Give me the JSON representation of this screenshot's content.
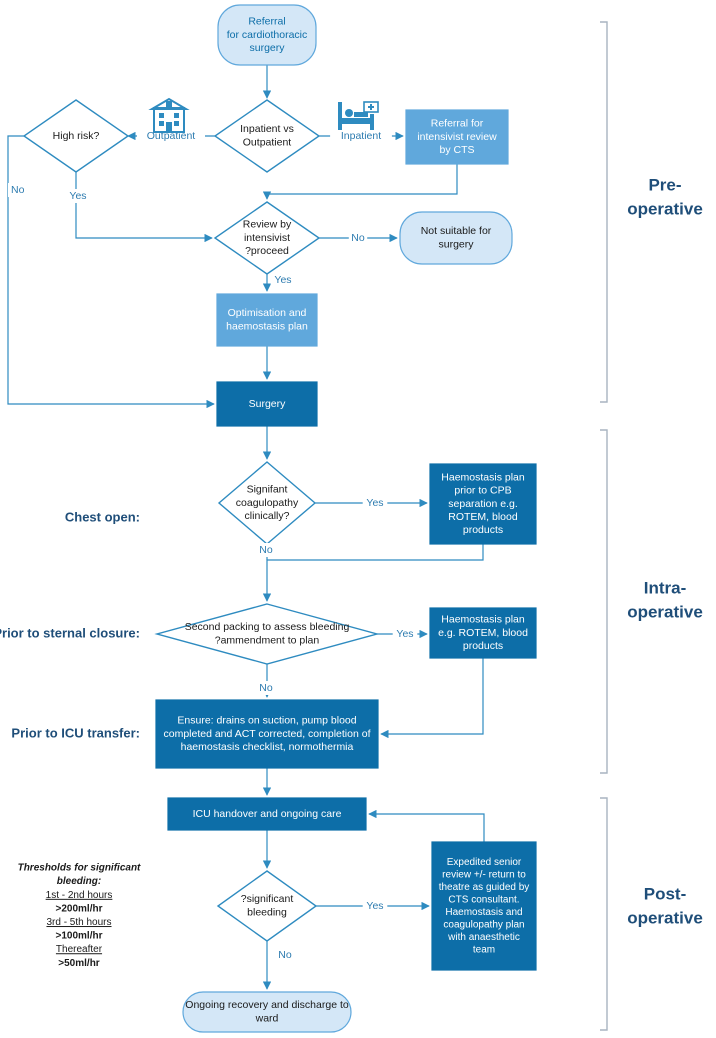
{
  "colors": {
    "line": "#2e8bc0",
    "dark": "#0d6ea8",
    "medium": "#60a8dc",
    "light": "#d4e7f7",
    "heading": "#1f4e79",
    "section_label": "#1f4e79",
    "bracket": "#a8b4c0",
    "label": "#2e7cb0"
  },
  "icons": {
    "outpatient": "hospital-building-icon",
    "inpatient": "hospital-bed-icon"
  },
  "nodes": {
    "referral": [
      "Referral",
      "for cardiothoracic",
      "surgery"
    ],
    "inpatient_vs_outpatient": [
      "Inpatient vs",
      "Outpatient"
    ],
    "high_risk": [
      "High risk?"
    ],
    "referral_intensivist": [
      "Referral for",
      "intensivist review",
      "by CTS"
    ],
    "review_intensivist": [
      "Review by",
      "intensivist",
      "?proceed"
    ],
    "not_suitable": [
      "Not suitable for",
      "surgery"
    ],
    "optimisation": [
      "Optimisation and",
      "haemostasis plan"
    ],
    "surgery": [
      "Surgery"
    ],
    "coagulopathy": [
      "Signifant",
      "coagulopathy",
      "clinically?"
    ],
    "haemostasis_cpb": [
      "Haemostasis plan",
      "prior to CPB",
      "separation e.g.",
      "ROTEM, blood",
      "products"
    ],
    "second_packing": [
      "Second packing to assess bleeding",
      "?ammendment to plan"
    ],
    "haemostasis_rotem": [
      "Haemostasis plan",
      "e.g. ROTEM, blood",
      "products"
    ],
    "ensure": [
      "Ensure: drains on suction, pump blood",
      "completed and ACT corrected, completion of",
      "haemostasis checklist, normothermia"
    ],
    "icu_handover": [
      "ICU handover and ongoing care"
    ],
    "significant_bleeding": [
      "?significant",
      "bleeding"
    ],
    "expedited": [
      "Expedited senior",
      "review +/- return to",
      "theatre as guided by",
      "CTS consultant.",
      "Haemostasis and",
      "coagulopathy plan",
      "with anaesthetic",
      "team"
    ],
    "ongoing_recovery": [
      "Ongoing recovery and discharge to",
      "ward"
    ]
  },
  "edge_labels": {
    "outpatient": "Outpatient",
    "inpatient": "Inpatient",
    "high_risk_no": "No",
    "high_risk_yes": "Yes",
    "review_no": "No",
    "review_yes": "Yes",
    "coag_yes": "Yes",
    "coag_no": "No",
    "packing_yes": "Yes",
    "packing_no": "No",
    "bleeding_yes": "Yes",
    "bleeding_no": "No"
  },
  "stage_labels": {
    "chest_open": "Chest open:",
    "sternal_closure": "Prior to sternal closure:",
    "icu_transfer": "Prior to ICU transfer:"
  },
  "sections": {
    "pre": [
      "Pre-",
      "operative"
    ],
    "intra": [
      "Intra-",
      "operative"
    ],
    "post": [
      "Post-",
      "operative"
    ]
  },
  "thresholds": {
    "title": [
      "Thresholds for significant",
      "bleeding:"
    ],
    "period1": "1st - 2nd hours",
    "value1": ">200ml/hr",
    "period2": "3rd - 5th hours",
    "value2": ">100ml/hr",
    "period3": "Thereafter",
    "value3": ">50ml/hr"
  }
}
